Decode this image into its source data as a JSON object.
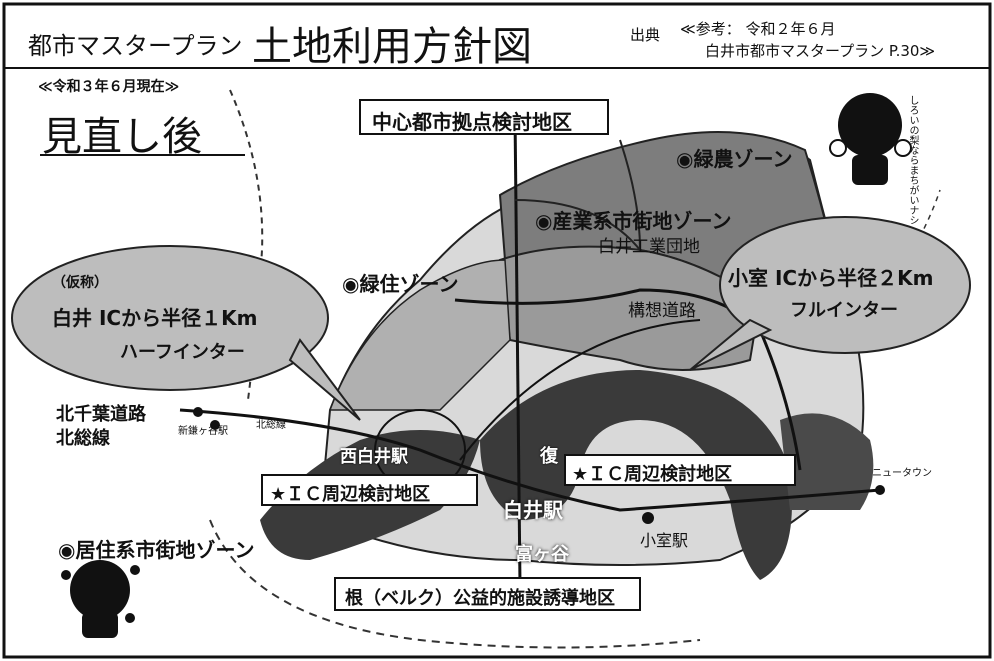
{
  "header": {
    "series_title": "都市マスタープラン",
    "main_title": "土地利用方針図",
    "source_label": "出典",
    "source_line1": "≪参考： 令和２年６月",
    "source_line2": "白井市都市マスタープラン  P.30≫"
  },
  "status": {
    "as_of": "≪令和３年６月現在≫",
    "heading": "見直し後"
  },
  "mascot": {
    "caption": "しろいの梨ならまちがいナシ"
  },
  "zones": {
    "green_agri": "◉緑農ゾーン",
    "industrial": "◉産業系市街地ゾーン",
    "green_res": "◉緑住ゾーン",
    "residential": "◉居住系市街地ゾーン"
  },
  "districts": {
    "central": "中心都市拠点検討地区",
    "ic_area": "★ＩＣ周辺検討地区",
    "west_area": "★ＩＣ周辺検討地区",
    "public": "根（ベルク）公益的施設誘導地区"
  },
  "callouts": {
    "shiroi_ic_provisional": "（仮称）",
    "shiroi_ic_radius": "白井 ICから半径１Km",
    "shiroi_ic_type": "ハーフインター",
    "komuro_ic_radius": "小室 ICから半径２Km",
    "komuro_ic_type": "フルインター"
  },
  "places": {
    "industrial_park": "白井工業団地",
    "planned_road": "構想道路",
    "kitachiba_road_1": "北千葉道路",
    "kitachiba_road_2": "北総線",
    "shin_kamagaya": "新鎌ヶ谷駅",
    "hokuso_line": "北総線",
    "nishi_shiroi": "西白井駅",
    "shiroi": "白井駅",
    "fuku": "復",
    "tomigaya": "富ヶ谷",
    "komuro": "小室駅",
    "newtown": "ニュータウン"
  },
  "colors": {
    "frame": "#111111",
    "zone_dark": "#3a3a3a",
    "zone_mid": "#7d7d7d",
    "zone_light": "#b7b7b7",
    "balloon": "#bdbdbd"
  }
}
